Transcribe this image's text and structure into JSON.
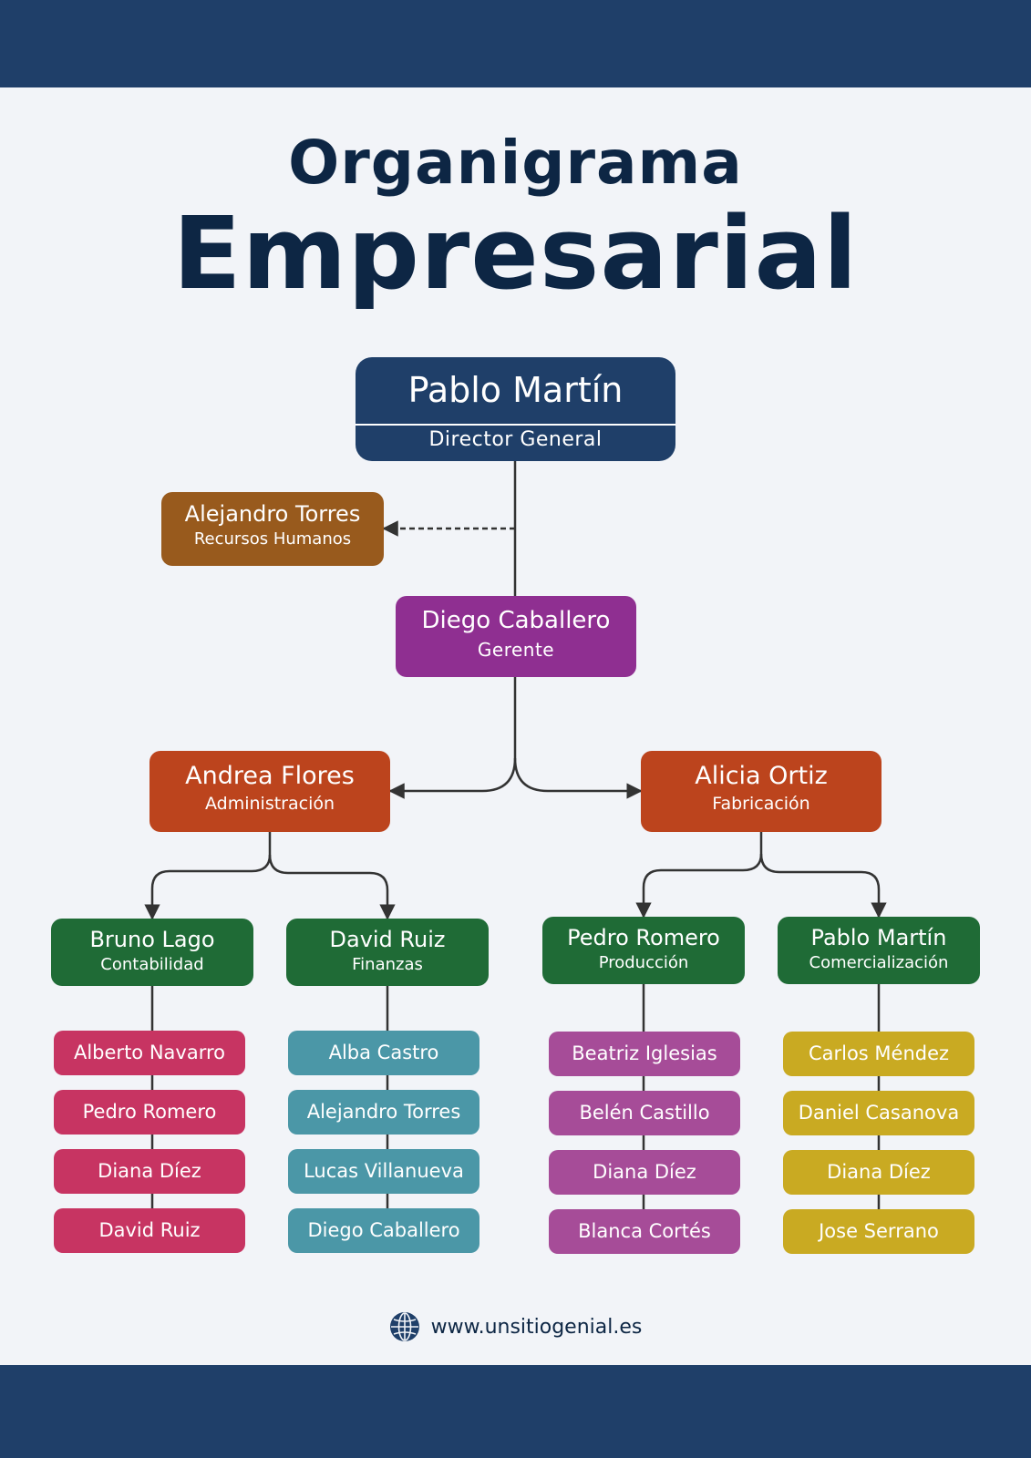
{
  "title": {
    "line1": "Organigrama",
    "line2": "Empresarial"
  },
  "colors": {
    "band": "#1f3f69",
    "background": "#f2f4f8",
    "title_text": "#0d2644",
    "director": "#1f3f69",
    "human_resources": "#985a1d",
    "manager": "#8f2f91",
    "departments": "#bc441d",
    "subdepartments": "#1f6b36",
    "team_contabilidad": "#c73462",
    "team_finanzas": "#4b97a7",
    "team_produccion": "#a64c98",
    "team_comercializacion": "#c9aa22"
  },
  "director": {
    "name": "Pablo Martín",
    "role": "Director General"
  },
  "hr": {
    "name": "Alejandro Torres",
    "role": "Recursos Humanos"
  },
  "manager": {
    "name": "Diego Caballero",
    "role": "Gerente"
  },
  "departments": [
    {
      "name": "Andrea Flores",
      "role": "Administración"
    },
    {
      "name": "Alicia Ortiz",
      "role": "Fabricación"
    }
  ],
  "subdepartments": [
    {
      "name": "Bruno Lago",
      "role": "Contabilidad",
      "team": [
        "Alberto Navarro",
        "Pedro Romero",
        "Diana Díez",
        "David Ruiz"
      ]
    },
    {
      "name": "David Ruiz",
      "role": "Finanzas",
      "team": [
        "Alba Castro",
        "Alejandro Torres",
        "Lucas Villanueva",
        "Diego Caballero"
      ]
    },
    {
      "name": "Pedro Romero",
      "role": "Producción",
      "team": [
        "Beatriz Iglesias",
        "Belén Castillo",
        "Diana Díez",
        "Blanca Cortés"
      ]
    },
    {
      "name": "Pablo Martín",
      "role": "Comercialización",
      "team": [
        "Carlos Méndez",
        "Daniel Casanova",
        "Diana Díez",
        "Jose Serrano"
      ]
    }
  ],
  "footer": {
    "icon": "globe-icon",
    "url": "www.unsitiogenial.es"
  }
}
